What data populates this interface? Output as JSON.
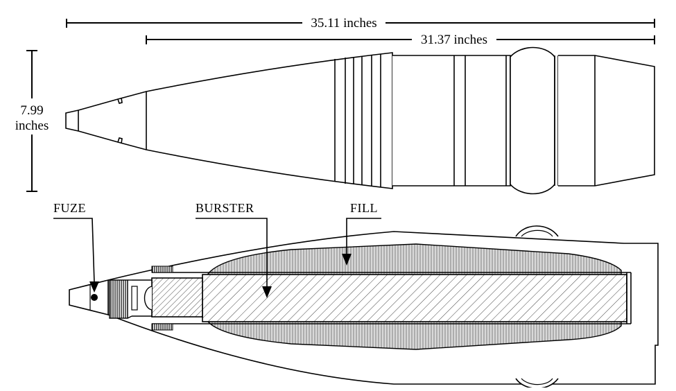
{
  "dimensions": {
    "overall_length": "35.11 inches",
    "body_length": "31.37 inches",
    "diameter_value": "7.99",
    "diameter_unit": "inches"
  },
  "labels": {
    "fuze": "FUZE",
    "burster": "BURSTER",
    "fill": "FILL"
  },
  "colors": {
    "line": "#000000",
    "fill_hatch": "#d6d6d6",
    "background": "#ffffff"
  }
}
